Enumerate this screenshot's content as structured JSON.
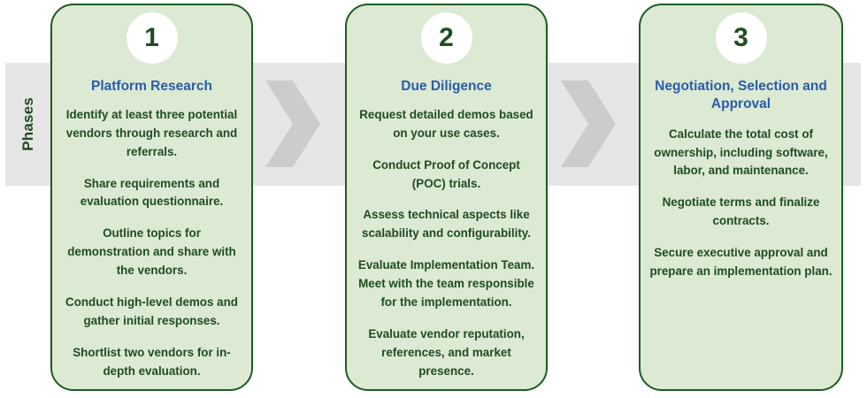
{
  "band": {
    "row_label": "Phases"
  },
  "colors": {
    "card_fill": "#dce9d3",
    "card_border": "#1d5b21",
    "band_fill": "#e6e6e6",
    "chevron_fill": "#cccccc",
    "title_blue": "#2a5caa",
    "body_green": "#1f4d21",
    "badge_fill": "#ffffff"
  },
  "phases": [
    {
      "number": "1",
      "title": "Platform Research",
      "items": [
        "Identify at least three potential vendors through research and referrals.",
        "Share requirements and evaluation questionnaire.",
        "Outline topics for demonstration and share with the vendors.",
        "Conduct high-level demos and gather initial responses.",
        "Shortlist two vendors for in-depth evaluation."
      ]
    },
    {
      "number": "2",
      "title": "Due Diligence",
      "items": [
        "Request detailed demos based on your use cases.",
        "Conduct Proof of Concept (POC) trials.",
        "Assess technical aspects like scalability and configurability.",
        "Evaluate Implementation Team. Meet with the team responsible for the implementation.",
        "Evaluate vendor reputation, references, and market presence."
      ]
    },
    {
      "number": "3",
      "title": "Negotiation, Selection and Approval",
      "items": [
        "Calculate the total cost of ownership, including software, labor, and maintenance.",
        "Negotiate terms and finalize contracts.",
        "Secure executive approval and prepare an implementation plan."
      ]
    }
  ],
  "connectors": [
    {
      "name": "chevron-right-icon"
    },
    {
      "name": "chevron-right-icon"
    }
  ]
}
